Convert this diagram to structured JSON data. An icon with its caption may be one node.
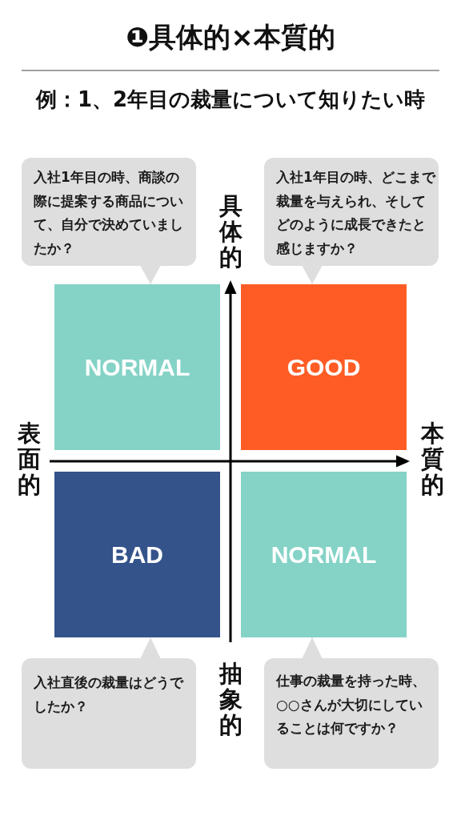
{
  "diagram": {
    "title": "❶具体的×本質的",
    "nodes": [
      {
        "text": [
          "入社1年目の時、商談の際に提案する商品について、自分で決めていましたか？"
        ]
      },
      {
        "text": [
          "入社1年目の時、どこまで裁量を与えられ、そしてどのように成長できたと感じますか？"
        ]
      },
      {
        "text": [
          "NORMAL"
        ]
      },
      {
        "text": [
          "GOOD"
        ]
      },
      {
        "text": [
          "BAD"
        ]
      },
      {
        "text": [
          "NORMAL"
        ]
      },
      {
        "text": [
          "入社直後の裁量はどうでしたか？"
        ]
      },
      {
        "text": [
          "仕事の裁量を持った時、○○さんが大切にしていることは何ですか？"
        ]
      }
    ],
    "edges": [
      {
        "from": 0,
        "to": 2,
        "arrow": "to"
      },
      {
        "from": 1,
        "to": 3,
        "arrow": "to"
      },
      {
        "from": 6,
        "to": 4,
        "arrow": "to"
      },
      {
        "from": 7,
        "to": 5,
        "arrow": "to"
      }
    ],
    "labels": [
      "例：1、2年目の裁量について知りたい時",
      "具体的",
      "表面的",
      "本質的",
      "抽象的"
    ]
  }
}
